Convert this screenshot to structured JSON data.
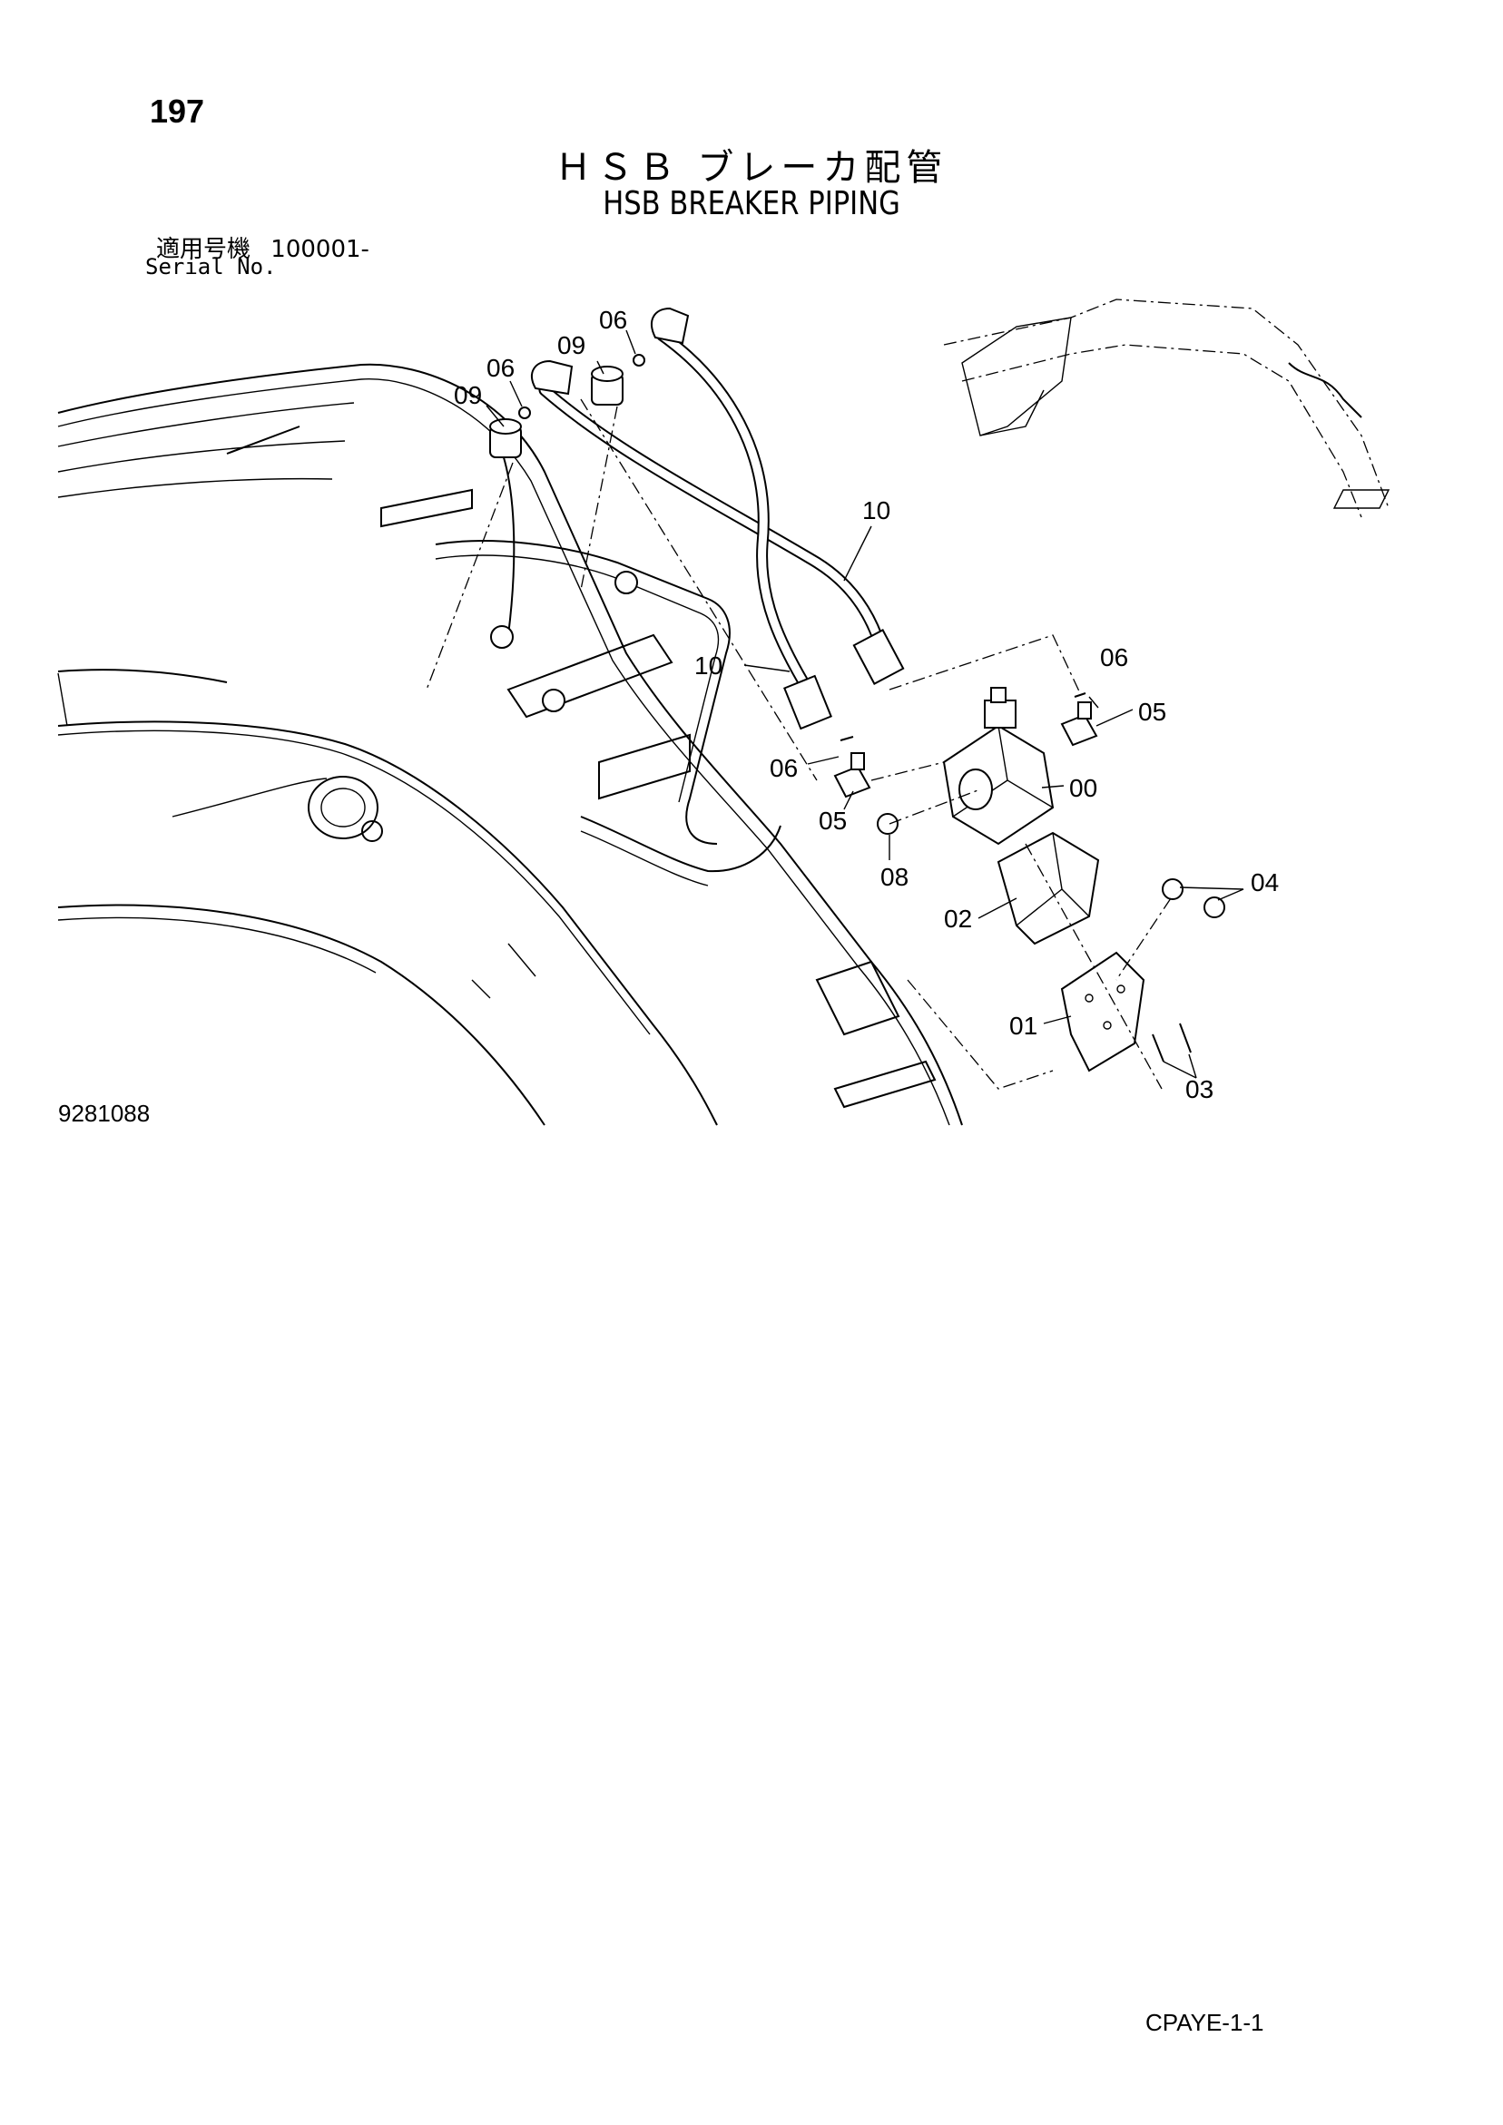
{
  "page": {
    "number": "197",
    "title_jp": "ＨＳＢ ブレーカ配管",
    "title_en": "HSB BREAKER PIPING",
    "serial_label_jp": "適用号機",
    "serial_value": "100001-",
    "serial_label_en": "Serial No.",
    "drawing_number": "9281088",
    "page_code": "CPAYE-1-1"
  },
  "callouts": [
    {
      "id": "c-06-a",
      "label": "06"
    },
    {
      "id": "c-09-a",
      "label": "09"
    },
    {
      "id": "c-06-b",
      "label": "06"
    },
    {
      "id": "c-09-b",
      "label": "09"
    },
    {
      "id": "c-10-a",
      "label": "10"
    },
    {
      "id": "c-10-b",
      "label": "10"
    },
    {
      "id": "c-06-c",
      "label": "06"
    },
    {
      "id": "c-05-a",
      "label": "05"
    },
    {
      "id": "c-06-d",
      "label": "06"
    },
    {
      "id": "c-05-b",
      "label": "05"
    },
    {
      "id": "c-00",
      "label": "00"
    },
    {
      "id": "c-08",
      "label": "08"
    },
    {
      "id": "c-02",
      "label": "02"
    },
    {
      "id": "c-04",
      "label": "04"
    },
    {
      "id": "c-01",
      "label": "01"
    },
    {
      "id": "c-03",
      "label": "03"
    }
  ]
}
